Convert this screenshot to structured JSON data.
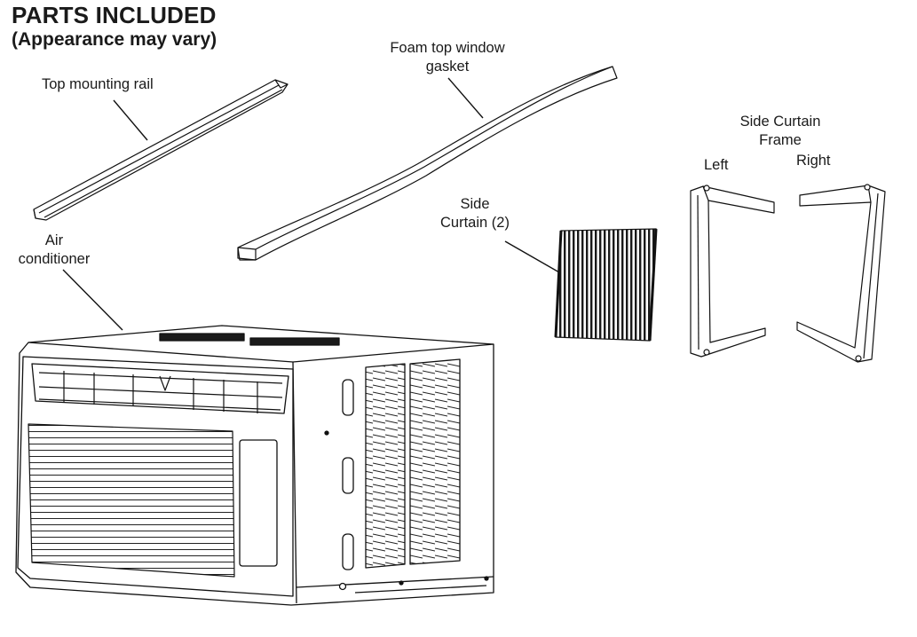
{
  "header": {
    "title": "PARTS INCLUDED",
    "subtitle": "(Appearance may vary)"
  },
  "parts": {
    "top_mounting_rail": "Top mounting rail",
    "foam_gasket_line1": "Foam top window",
    "foam_gasket_line2": "gasket",
    "side_curtain_line1": "Side",
    "side_curtain_line2": "Curtain (2)",
    "curtain_frame_line1": "Side Curtain",
    "curtain_frame_line2": "Frame",
    "frame_left": "Left",
    "frame_right": "Right",
    "air_conditioner_line1": "Air",
    "air_conditioner_line2": "conditioner"
  }
}
